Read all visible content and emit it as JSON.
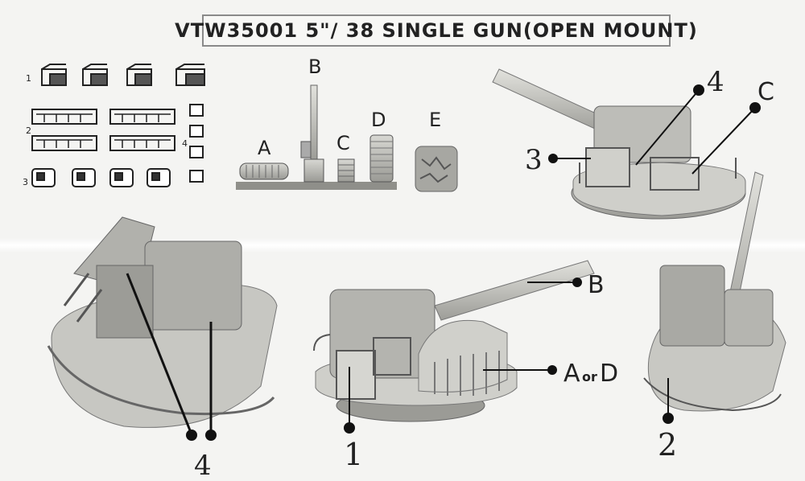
{
  "title": "VTW35001  5\"/ 38 SINGLE GUN(OPEN MOUNT)",
  "sprue": {
    "part_numbers": [
      "1",
      "2",
      "3",
      "4"
    ],
    "parts": [
      "A",
      "B",
      "C",
      "D",
      "E"
    ]
  },
  "views": {
    "top_right_callouts": [
      "3",
      "4",
      "C"
    ],
    "left_callouts": [
      "4"
    ],
    "center_callouts": [
      "B",
      "1"
    ],
    "center_callout_a": "A",
    "center_callout_or": "or",
    "center_callout_d": "D",
    "right_callouts": [
      "2"
    ]
  },
  "colors": {
    "resin": "#c9c9c4",
    "resin_dark": "#8e8e89",
    "ink": "#1a1a1a"
  }
}
